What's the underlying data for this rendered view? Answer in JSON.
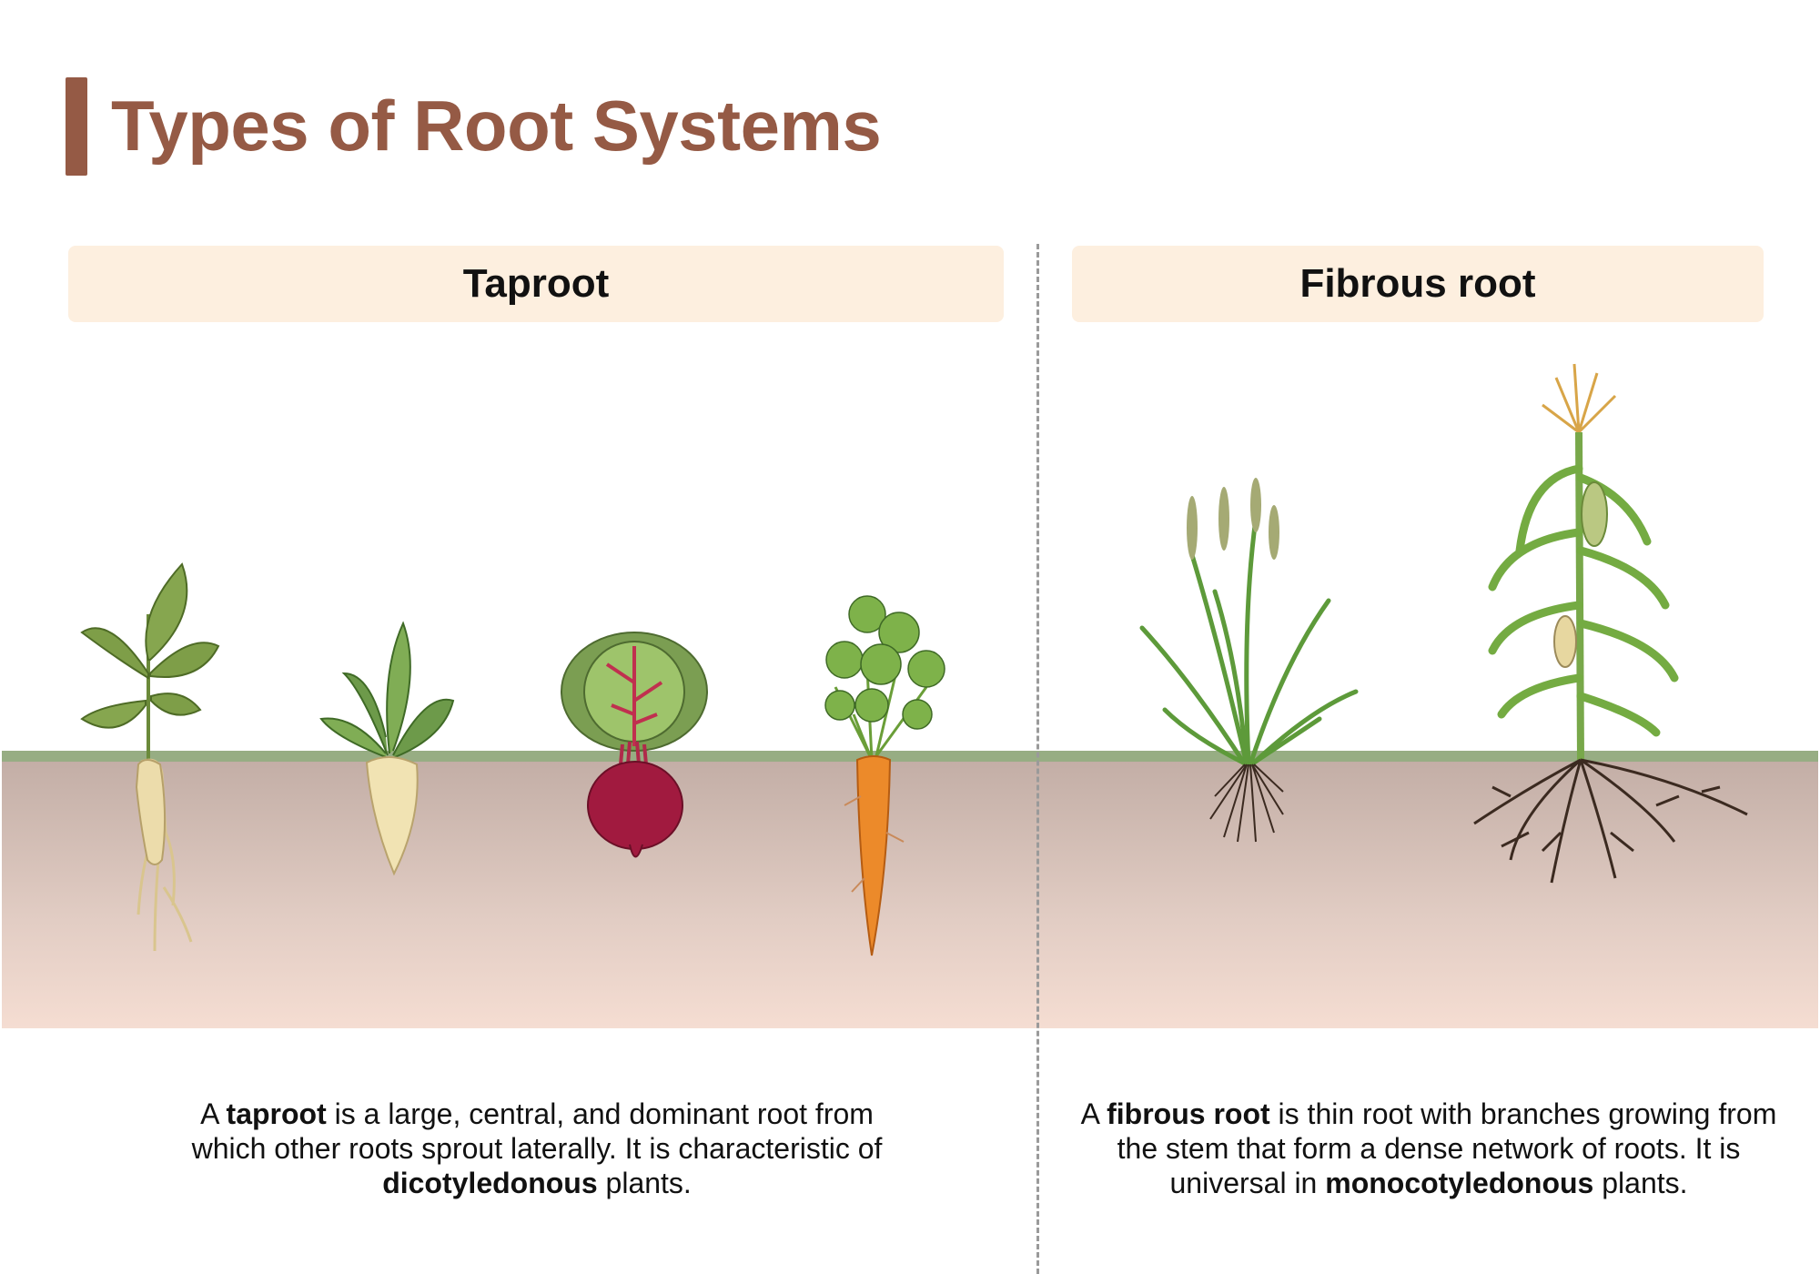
{
  "title": "Types of Root Systems",
  "sections": {
    "taproot": {
      "header": "Taproot",
      "desc": {
        "pre": "A ",
        "term": "taproot",
        "mid": " is a large, central, and dominant root from which other roots sprout laterally. It is characteristic of ",
        "term2": "dicotyledonous",
        "post": " plants."
      }
    },
    "fibrous": {
      "header": "Fibrous root",
      "desc": {
        "pre": "A ",
        "term": "fibrous root",
        "mid": " is thin root with branches growing from the stem that form a dense network of roots. It is universal in ",
        "term2": "monocotyledonous",
        "post": " plants."
      }
    }
  },
  "colors": {
    "title": "#955a45",
    "header_bg": "#fdefdf",
    "grass": "#97ad83",
    "soil_top": "#c3aea6",
    "soil_bottom": "#f5ddd2"
  },
  "icons": [
    "ginseng-plant-icon",
    "parsnip-plant-icon",
    "beet-plant-icon",
    "carrot-plant-icon",
    "grass-plant-icon",
    "corn-plant-icon"
  ]
}
